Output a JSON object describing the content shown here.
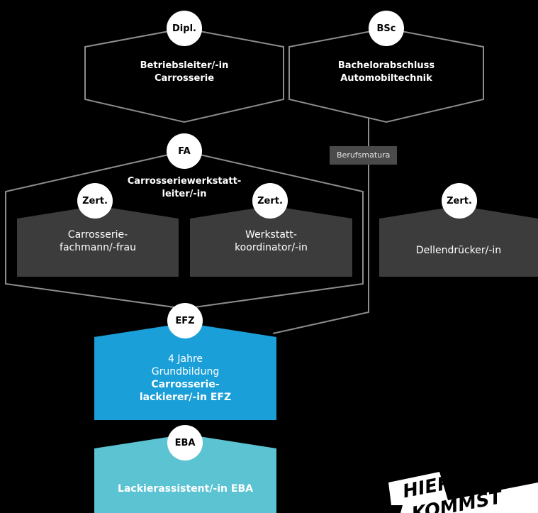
{
  "levels": {
    "dipl": {
      "badge": "Dipl.",
      "title_line1": "Betriebsleiter/-in",
      "title_line2": "Carrosserie"
    },
    "bsc": {
      "badge": "BSc",
      "title_line1": "Bachelorabschluss",
      "title_line2": "Automobiltechnik"
    },
    "fa": {
      "badge": "FA",
      "title_line1": "Carrosseriewerkstatt-",
      "title_line2": "leiter/-in"
    },
    "zert_left": {
      "badge": "Zert.",
      "title_line1": "Carrosserie-",
      "title_line2": "fachmann/-frau"
    },
    "zert_mid": {
      "badge": "Zert.",
      "title_line1": "Werkstatt-",
      "title_line2": "koordinator/-in"
    },
    "zert_right": {
      "badge": "Zert.",
      "title": "Dellendrücker/-in"
    },
    "efz": {
      "badge": "EFZ",
      "line1": "4 Jahre",
      "line2": "Grundbildung",
      "title_line1": "Carrosserie-",
      "title_line2": "lackierer/-in EFZ"
    },
    "eba": {
      "badge": "EBA",
      "title": "Lackierassistent/-in EBA"
    }
  },
  "berufsmatura_tag": "Berufsmatura",
  "stamp": {
    "line1": "HIER",
    "line2": "KOMMST"
  },
  "colors": {
    "background": "#000000",
    "outline": "#8c8c8c",
    "zert_box": "#3c3c3c",
    "efz_box": "#1a9fd9",
    "eba_box": "#5cc3d3",
    "badge": "#ffffff"
  }
}
